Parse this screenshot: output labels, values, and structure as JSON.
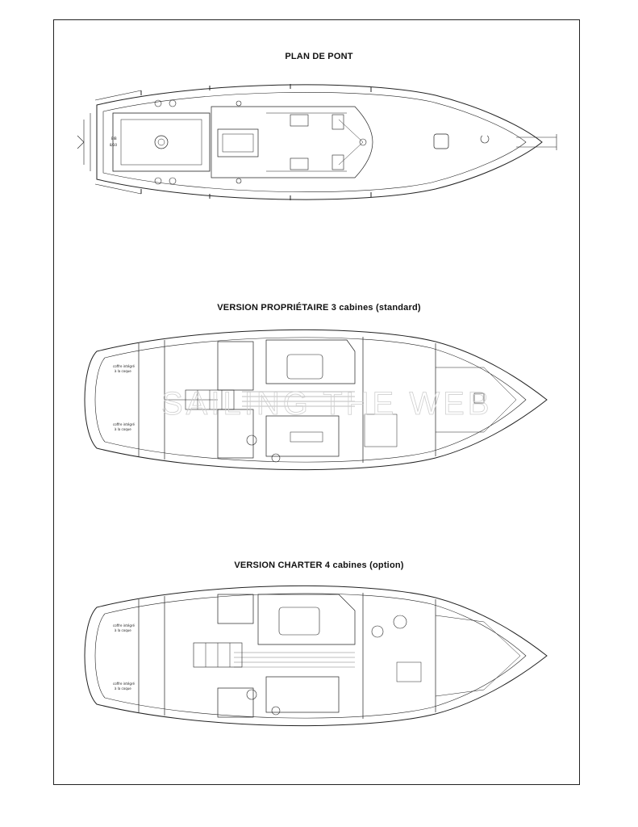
{
  "titles": {
    "deck": "PLAN DE PONT",
    "owner": "VERSION PROPRIÉTAIRE 3 cabines (standard)",
    "charter": "VERSION CHARTER 4 cabines (option)"
  },
  "labels": {
    "hull_chest_1": "coffre intégré",
    "hull_chest_2": "à la coque",
    "deck_mark_1": "BIB",
    "deck_mark_2": "8/10",
    "watermark": "SAILING THE WEB"
  }
}
